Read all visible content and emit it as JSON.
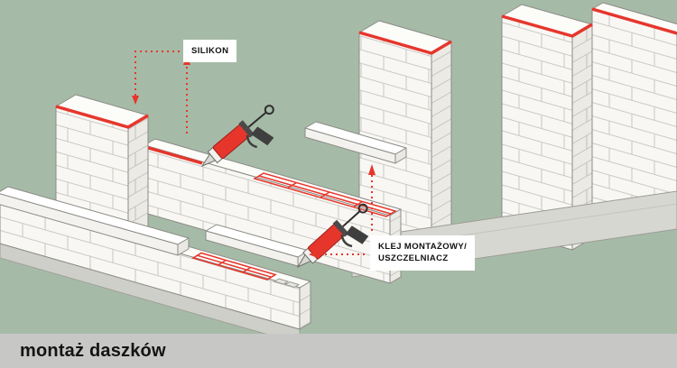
{
  "diagram": {
    "labels": {
      "silikon": "SILIKON",
      "klej_line1": "KLEJ MONTAŻOWY/",
      "klej_line2": "USZCZELNIACZ"
    },
    "colors": {
      "background_green": "#a6bba7",
      "accent_red": "#e6362c",
      "block_front": "#f8f7f4",
      "block_side": "#eceae5",
      "block_top": "#fcfcf9",
      "outline_gray": "#8b8b86",
      "sidewalk_gray": "#d7d7d2",
      "footer_gray": "#c7c7c5"
    }
  },
  "footer": {
    "title": "montaż daszków"
  }
}
